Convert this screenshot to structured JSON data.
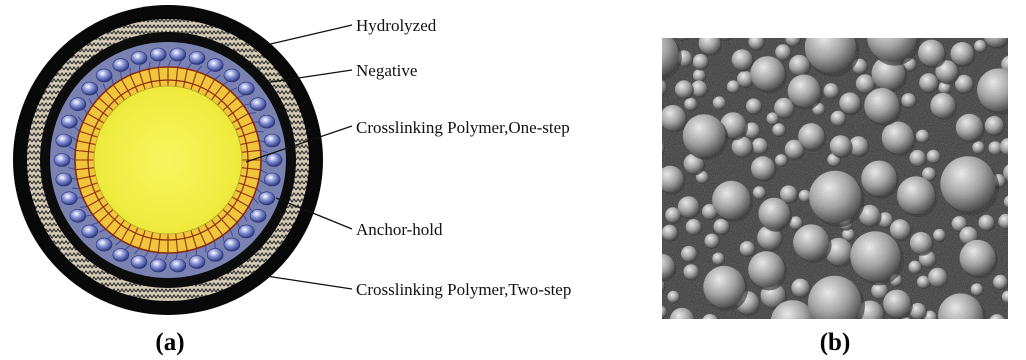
{
  "panel_a": {
    "labels": {
      "hydrolyzed": "Hydrolyzed",
      "negative": "Negative",
      "crosslinking_one_step": "Crosslinking Polymer,One-step",
      "anchor_hold": "Anchor-hold",
      "crosslinking_two_step": "Crosslinking Polymer,Two-step"
    },
    "caption": "(a)",
    "colors": {
      "core": "#f4f04a",
      "core_ring": "#f0c43a",
      "crosslink_lines": "#a23a10",
      "beads": "#3c4fa2",
      "bead_layer": "#7c84b4",
      "hatch_band": "#c8bea8",
      "outer_shell": "#0a0a0a"
    }
  },
  "panel_b": {
    "caption": "(b)",
    "image_kind": "sem-micrograph-of-microspheres"
  }
}
